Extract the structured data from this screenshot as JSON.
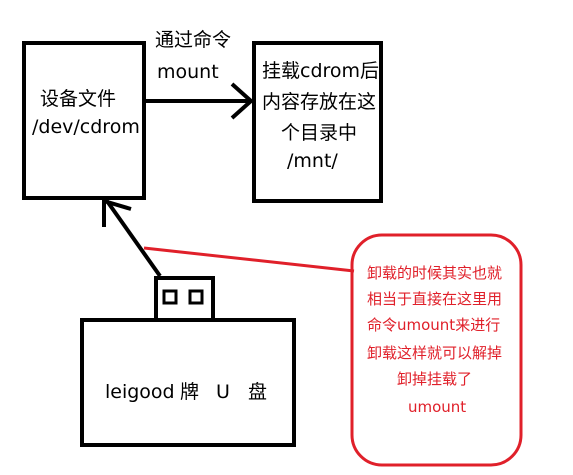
{
  "device_box": {
    "line1": "设备文件",
    "line2": "/dev/cdrom"
  },
  "arrow_label": {
    "line1": "通过命令",
    "line2": "mount"
  },
  "mount_box": {
    "line1": "挂载cdrom后",
    "line2": "内容存放在这",
    "line3": "个目录中",
    "line4": "/mnt/"
  },
  "usb_box": {
    "brand": "leigood",
    "char_pai": "牌",
    "char_u": "U",
    "char_pan": "盘"
  },
  "note": {
    "lines": [
      "卸载的时候其实也就",
      "相当于直接在这里用",
      "命令umount来进行",
      "卸载这样就可以解掉",
      "卸掉挂载了",
      "umount"
    ]
  },
  "colors": {
    "ink": "#000000",
    "note_red": "#e0202a"
  }
}
